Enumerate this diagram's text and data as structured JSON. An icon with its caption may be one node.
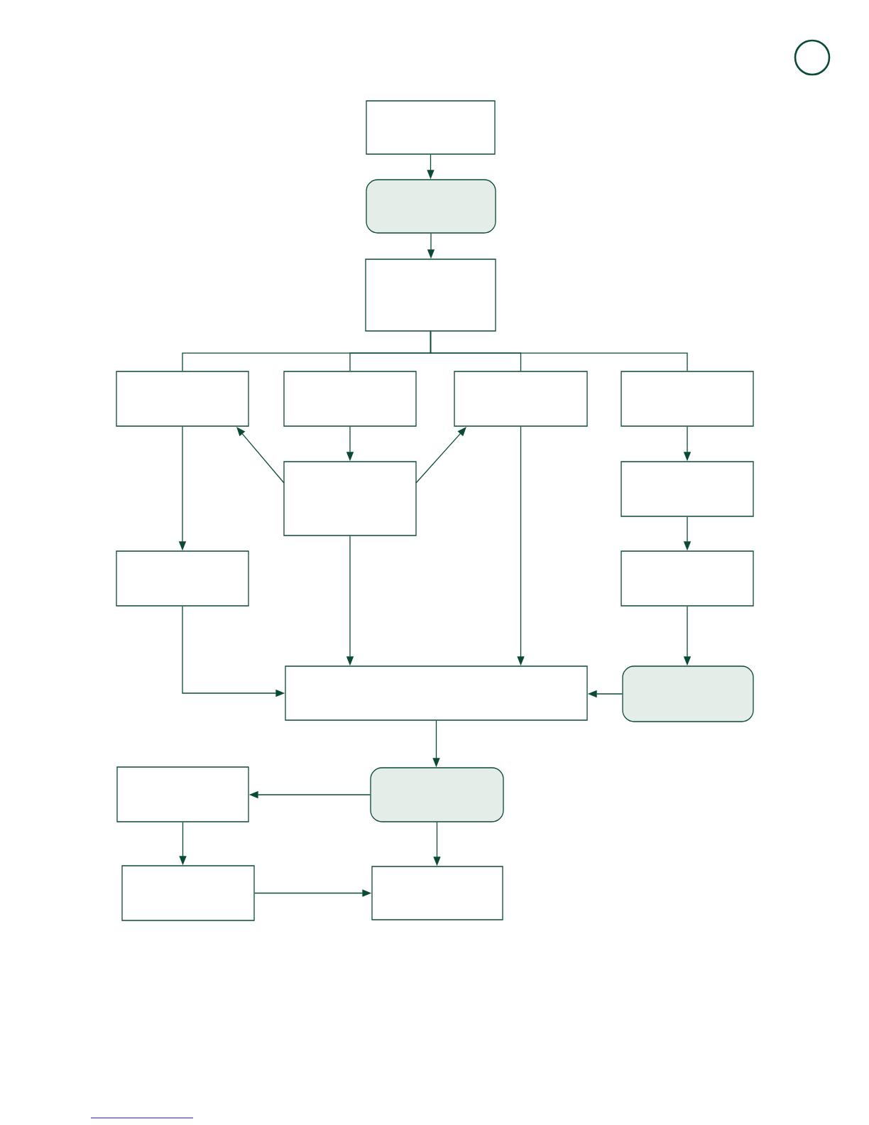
{
  "diagram": {
    "nodes": [
      {
        "text": [],
        "shape": "box"
      },
      {
        "text": [],
        "shape": "box"
      },
      {
        "text": [],
        "shape": "box"
      },
      {
        "text": [],
        "shape": "box"
      },
      {
        "text": [],
        "shape": "box"
      },
      {
        "text": [],
        "shape": "box"
      },
      {
        "text": [],
        "shape": "box"
      },
      {
        "text": [],
        "shape": "box"
      },
      {
        "text": [],
        "shape": "box"
      },
      {
        "text": [],
        "shape": "box"
      },
      {
        "text": [],
        "shape": "box"
      },
      {
        "text": [],
        "shape": "box"
      },
      {
        "text": [],
        "shape": "box"
      },
      {
        "text": [],
        "shape": "box"
      },
      {
        "text": [],
        "shape": "box"
      },
      {
        "text": [],
        "shape": "box"
      },
      {
        "text": [],
        "shape": "box"
      }
    ],
    "edges": [
      {
        "from": 0,
        "to": 1,
        "arrow": "to"
      },
      {
        "from": 1,
        "to": 2,
        "arrow": "to"
      },
      {
        "from": 2,
        "to": 3,
        "arrow": "none"
      },
      {
        "from": 2,
        "to": 4,
        "arrow": "none"
      },
      {
        "from": 2,
        "to": 5,
        "arrow": "none"
      },
      {
        "from": 2,
        "to": 6,
        "arrow": "none"
      },
      {
        "from": 4,
        "to": 7,
        "arrow": "to"
      },
      {
        "from": 7,
        "to": 3,
        "arrow": "to"
      },
      {
        "from": 7,
        "to": 5,
        "arrow": "to"
      },
      {
        "from": 3,
        "to": 9,
        "arrow": "to"
      },
      {
        "from": 6,
        "to": 8,
        "arrow": "to"
      },
      {
        "from": 8,
        "to": 10,
        "arrow": "to"
      },
      {
        "from": 10,
        "to": 12,
        "arrow": "to"
      },
      {
        "from": 9,
        "to": 11,
        "arrow": "to"
      },
      {
        "from": 7,
        "to": 11,
        "arrow": "to"
      },
      {
        "from": 5,
        "to": 11,
        "arrow": "to"
      },
      {
        "from": 12,
        "to": 11,
        "arrow": "to"
      },
      {
        "from": 11,
        "to": 14,
        "arrow": "to"
      },
      {
        "from": 14,
        "to": 13,
        "arrow": "to"
      },
      {
        "from": 13,
        "to": 15,
        "arrow": "to"
      },
      {
        "from": 15,
        "to": 16,
        "arrow": "to"
      },
      {
        "from": 14,
        "to": 16,
        "arrow": "to"
      }
    ]
  }
}
